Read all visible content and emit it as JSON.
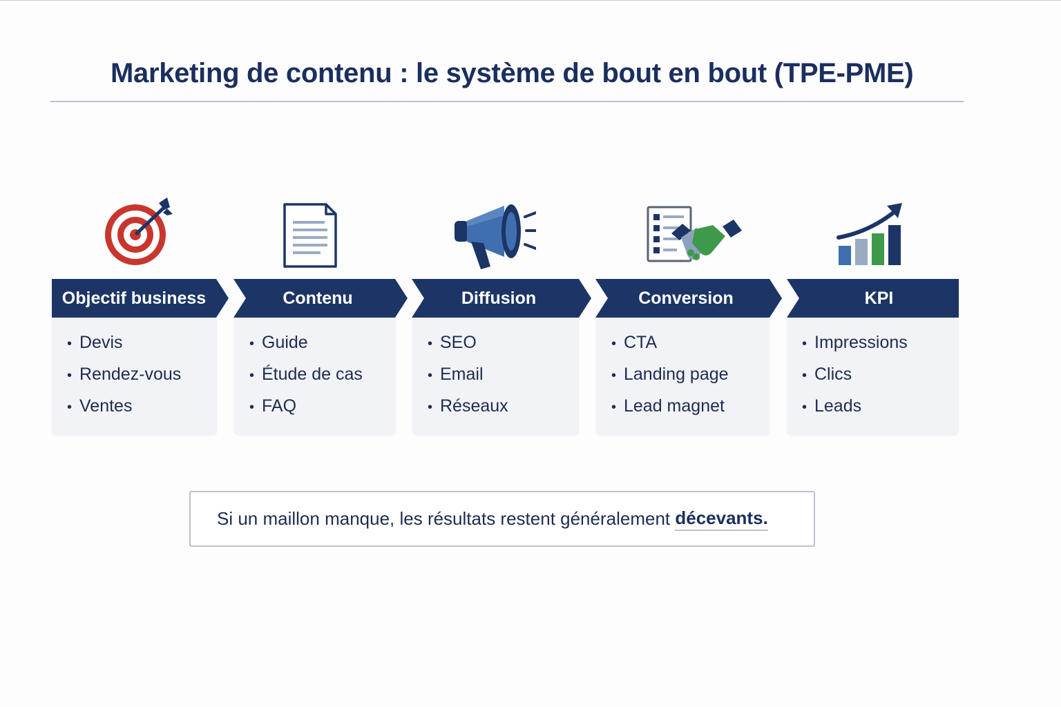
{
  "title": "Marketing de contenu : le système de bout en bout (TPE-PME)",
  "stages": [
    {
      "label": "Objectif business",
      "icon": "target-icon",
      "items": [
        "Devis",
        "Rendez-vous",
        "Ventes"
      ]
    },
    {
      "label": "Contenu",
      "icon": "document-icon",
      "items": [
        "Guide",
        "Étude de cas",
        "FAQ"
      ]
    },
    {
      "label": "Diffusion",
      "icon": "megaphone-icon",
      "items": [
        "SEO",
        "Email",
        "Réseaux"
      ]
    },
    {
      "label": "Conversion",
      "icon": "handshake-icon",
      "items": [
        "CTA",
        "Landing page",
        "Lead magnet"
      ]
    },
    {
      "label": "KPI",
      "icon": "growth-chart-icon",
      "items": [
        "Impressions",
        "Clics",
        "Leads"
      ]
    }
  ],
  "note": {
    "text": "Si un maillon manque, les résultats restent généralement ",
    "emphasis": "décevants."
  },
  "colors": {
    "navy": "#1c3566",
    "title": "#1b2f5e",
    "card": "#f2f3f6",
    "red": "#c8362e",
    "blue": "#3f6fb0",
    "green": "#3e9a4a",
    "grey_blue": "#9aaac2"
  }
}
